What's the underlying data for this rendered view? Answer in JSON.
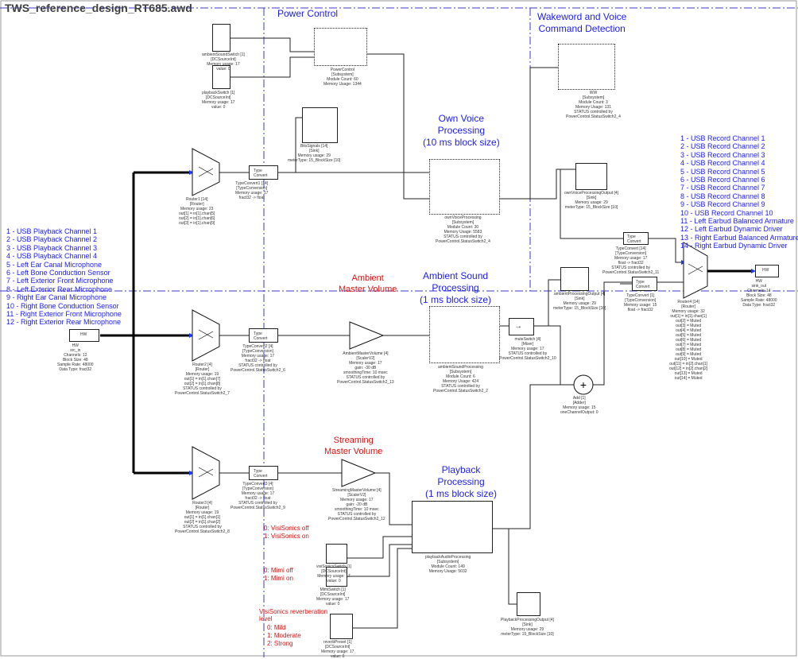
{
  "file_title": "TWS_reference_design_RT685.awd",
  "regions": {
    "power_control": "Power Control",
    "wakeword_title": "Wakeword and Voice\nCommand Detection",
    "own_voice_title": "Own Voice\nProcessing\n(10 ms block size)",
    "ambient_title": "Ambient Sound\nProcessing\n(1 ms block size)",
    "ambient_master": "Ambient\nMaster Volume",
    "streaming_master": "Streaming\nMaster Volume",
    "playback_title": "Playback\nProcessing\n(1 ms block size)"
  },
  "input_channels": [
    "1 - USB Playback Channel 1",
    "2 - USB Playback Channel 2",
    "3 - USB Playback Channel 3",
    "4 - USB Playback Channel 4",
    "5 - Left Ear Canal Microphone",
    "6 - Left Bone Conduction Sensor",
    "7 - Left Exterior Front Microphone",
    "8 - Left Exterior Rear Microphone",
    "9 - Right Ear Canal Microphone",
    "10 - Right Bone Conduction Sensor",
    "11 - Right Exterior Front Microphone",
    "12 - Right Exterior Rear Microphone"
  ],
  "output_channels": [
    "1 - USB Record Channel 1",
    "2 - USB Record Channel 2",
    "3 - USB Record Channel 3",
    "4 - USB Record Channel 4",
    "5 - USB Record Channel 5",
    "6 - USB Record Channel 6",
    "7 - USB Record Channel 7",
    "8 - USB Record Channel 8",
    "9 - USB Record Channel 9",
    "10 - USB Record Channel 10",
    "11 - Left Earbud Balanced Armature",
    "12 - Left Earbud Dynamic Driver",
    "13 - Right Earbud Balanced Armature",
    "14 - Right Earbud Dynamic Driver"
  ],
  "visisonics_switch": [
    "0: VisiSonics off",
    "1: VisiSonics on"
  ],
  "mimi_switch": [
    "0: Mimi off",
    "1: Mimi on"
  ],
  "reverb": {
    "title": "VisiSonics reverberation\nlevel",
    "options": [
      "0: Mild",
      "1: Moderate",
      "2: Strong"
    ]
  },
  "captions": {
    "input_module": "HW\nsrc_in\nChannels: 12\nBlock Size: 48\nSample Rate: 48000\nData Type: fract32",
    "output_module": "HW\nsink_out\nChannels: 14\nBlock Size: 48\nSample Rate: 48000\nData Type: fract32",
    "router1": "Router1 [14]\n[Router]\nMemory usage: 23\nout[1] = in[1].chan[5]\nout[2] = in[1].chan[6]\nout[3] = in[1].chan[9]",
    "router2": "Router2 [4]\n[Router]\nMemory usage: 19\nout[1] = in[1].chan[7]\nout[2] = in[1].chan[8]\nSTATUS controlled by\nPowerControl.StatusSwitch2_7",
    "router3": "Router3 [4]\n[Router]\nMemory usage: 19\nout[1] = in[1].chan[1]\nout[2] = in[1].chan[2]\nSTATUS controlled by\nPowerControl.StatusSwitch2_8",
    "router_out": "Router4 [14]\n[Router]\nMemory usage: 32\nout[1] = in[1].chan[1]\nout[2] = Muted\nout[3] = Muted\nout[4] = Muted\nout[5] = Muted\nout[6] = Muted\nout[7] = Muted\nout[8] = Muted\nout[9] = Muted\nout[10] = Muted\nout[11] = in[2].chan[1]\nout[12] = in[2].chan[2]\nout[13] = Muted\nout[14] = Muted",
    "tc1": "TypeConvert1 [14]\n[TypeConversion]\nMemory usage: 17\nfract32 -> float",
    "tc2": "TypeConvert2 [4]\n[TypeConversion]\nMemory usage: 17\nfract32 -> float\nSTATUS controlled by\nPowerControl.StatusSwitch2_6",
    "tc3": "TypeConvert3 [4]\n[TypeConversion]\nMemory usage: 17\nfract32 -> float\nSTATUS controlled by\nPowerControl.StatusSwitch2_9",
    "tc_out": "TypeConvert [14]\n[TypeConversion]\nMemory usage: 17\nfloat -> fract32\nSTATUS controlled by\nPowerControl.StatusSwitch2_11",
    "tc_rec": "TypeConvert [1]\n[TypeConversion]\nMemory usage: 15\nfloat -> fract32",
    "power_ctrl": "PowerControl\n[Subsystem]\nModule Count: 60\nMemory Usage: 1344",
    "dc1": "ambientSoundSwitch [1]\n[DCSourceInt]\nMemory usage: 17\nvalue: 0",
    "dc2": "playbackSwitch [1]\n[DCSourceInt]\nMemory usage: 17\nvalue: 0",
    "bits_signals": "BitsSignals [14]\n[Sink]\nMemory usage: 29\nmeterType: 15_BlockSize [10]",
    "own_voice": "ownVoiceProcessing\n[Subsystem]\nModule Count: 30\nMemory Usage: 5583\nSTATUS controlled by\nPowerControl.StatusSwitch2_4",
    "ov_sink": "ownVoiceProcessingOutput [4]\n[Sink]\nMemory usage: 29\nmeterType: 15_BlockSize [10]",
    "wakeword": "WW\n[Subsystem]\nModule Count: 3\nMemory Usage: 131\nSTATUS controlled by\nPowerControl.StatusSwitch2_4",
    "ambient_vol": "AmbientMasterVolume [4]\n[ScalerV2]\nMemory usage: 17\ngain: -30 dB\nsmoothingTime: 10 msec\nSTATUS controlled by\nPowerControl.StatusSwitch2_13",
    "ambient_proc": "ambientSoundProcessing\n[Subsystem]\nModule Count: 6\nMemory Usage: 424\nSTATUS controlled by\nPowerControl.StatusSwitch2_2",
    "ambient_sink": "ambientProcessingOutput [4]\n[Sink]\nMemory usage: 29\nmeterType: 15_BlockSize [10]",
    "mute_switch": "muteSwitch [4]\n[Mixer]\nMemory usage: 17\nSTATUS controlled by\nPowerControl.StatusSwitch2_10",
    "adder": "Add [1]\n[Adder]\nMemory usage: 15\noneChannelOutput: 0",
    "stream_vol": "StreamingMasterVolume [4]\n[ScalerV2]\nMemory usage: 17\ngain: -20 dB\nsmoothingTime: 10 msec\nSTATUS controlled by\nPowerControl.StatusSwitch2_12",
    "playback": "playbackAudioProcessing\n[Subsystem]\nModule Count: 149\nMemory Usage: 5032",
    "vs_dc": "visiSonicsSwitch [1]\n[DCSourceInt]\nMemory usage: 17\nvalue: 0",
    "mimi_dc": "MimiSwitch [1]\n[DCSourceInt]\nMemory usage: 17\nvalue: 0",
    "reverb_dc": "reverbPreset [1]\n[DCSourceInt]\nMemory usage: 17\nvalue: 0",
    "pb_sink": "PlaybackProcessingOutput [4]\n[Sink]\nMemory usage: 29\nmeterType: 15_BlockSize [10]"
  }
}
